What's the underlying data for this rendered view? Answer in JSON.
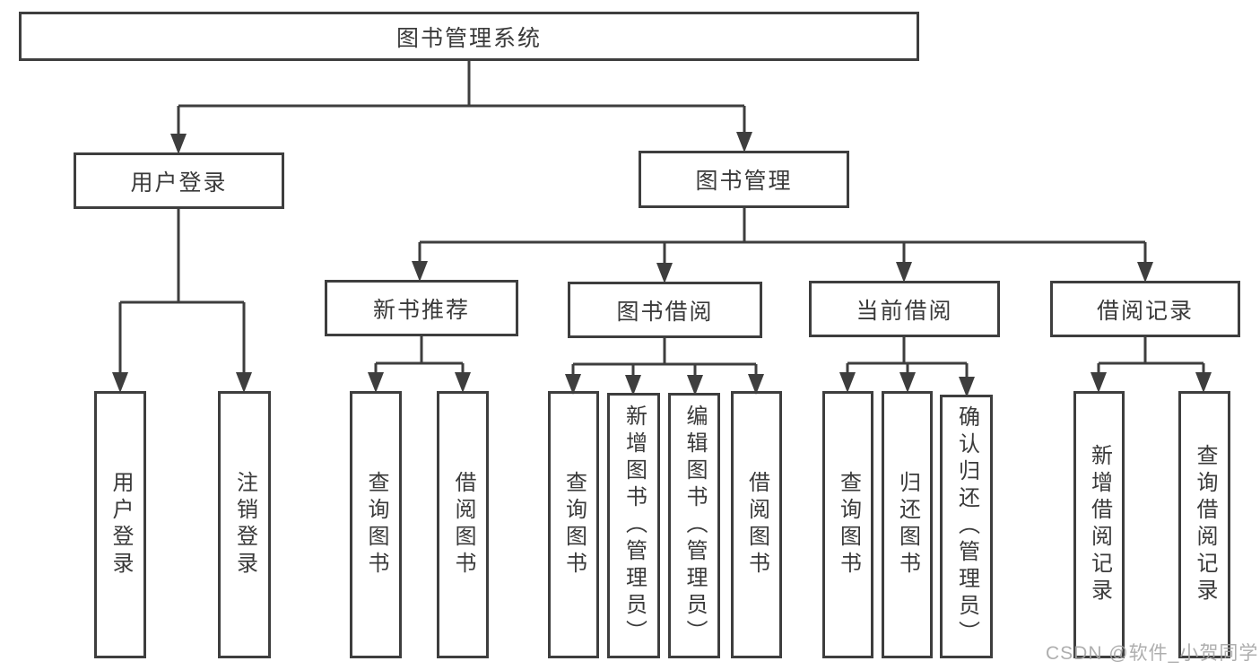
{
  "diagram": {
    "root": "图书管理系统",
    "level2": {
      "user_login": "用户登录",
      "book_mgmt": "图书管理"
    },
    "level3": {
      "new_book": "新书推荐",
      "borrow": "图书借阅",
      "current": "当前借阅",
      "records": "借阅记录"
    },
    "leaves": {
      "user_login": "用户登录",
      "logout": "注销登录",
      "nb_query": "查询图书",
      "nb_borrow": "借阅图书",
      "bb_query": "查询图书",
      "bb_add": "新增图书（管理员）",
      "bb_edit": "编辑图书（管理员）",
      "bb_borrow": "借阅图书",
      "cb_query": "查询图书",
      "cb_return": "归还图书",
      "cb_confirm": "确认归还（管理员）",
      "br_add": "新增借阅记录",
      "br_query": "查询借阅记录"
    }
  },
  "watermark": "CSDN @软件_小贺同学",
  "colors": {
    "line": "#3e3e3e",
    "text": "#3a3a3a",
    "watermark": "#a5a5a5",
    "background": "#ffffff"
  }
}
